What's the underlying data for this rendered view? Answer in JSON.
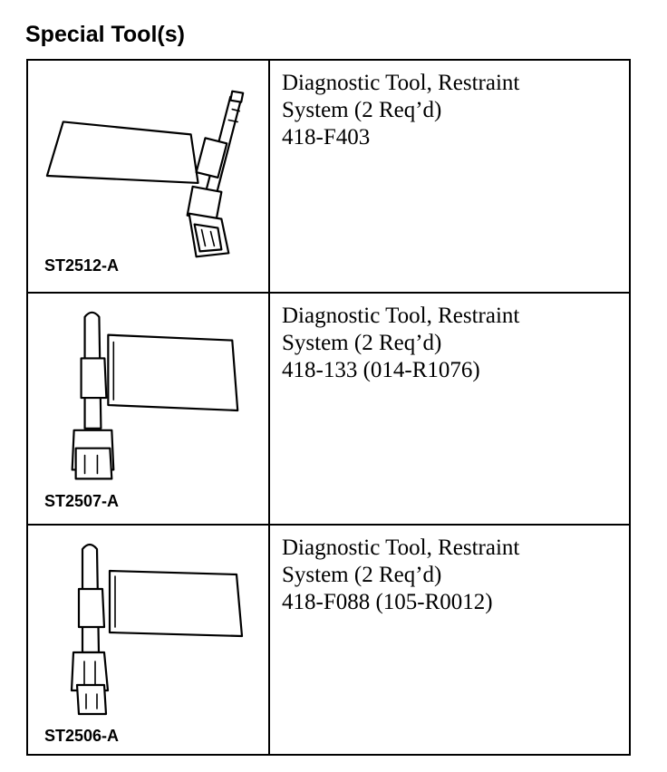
{
  "heading": "Special Tool(s)",
  "tools": [
    {
      "code": "ST2512-A",
      "name_line1": "Diagnostic Tool, Restraint",
      "name_line2": "System (2 Req’d)",
      "part_number": "418-F403"
    },
    {
      "code": "ST2507-A",
      "name_line1": "Diagnostic Tool, Restraint",
      "name_line2": "System (2 Req’d)",
      "part_number": "418-133 (014-R1076)"
    },
    {
      "code": "ST2506-A",
      "name_line1": "Diagnostic Tool, Restraint",
      "name_line2": "System (2 Req’d)",
      "part_number": "418-F088 (105-R0012)"
    }
  ]
}
